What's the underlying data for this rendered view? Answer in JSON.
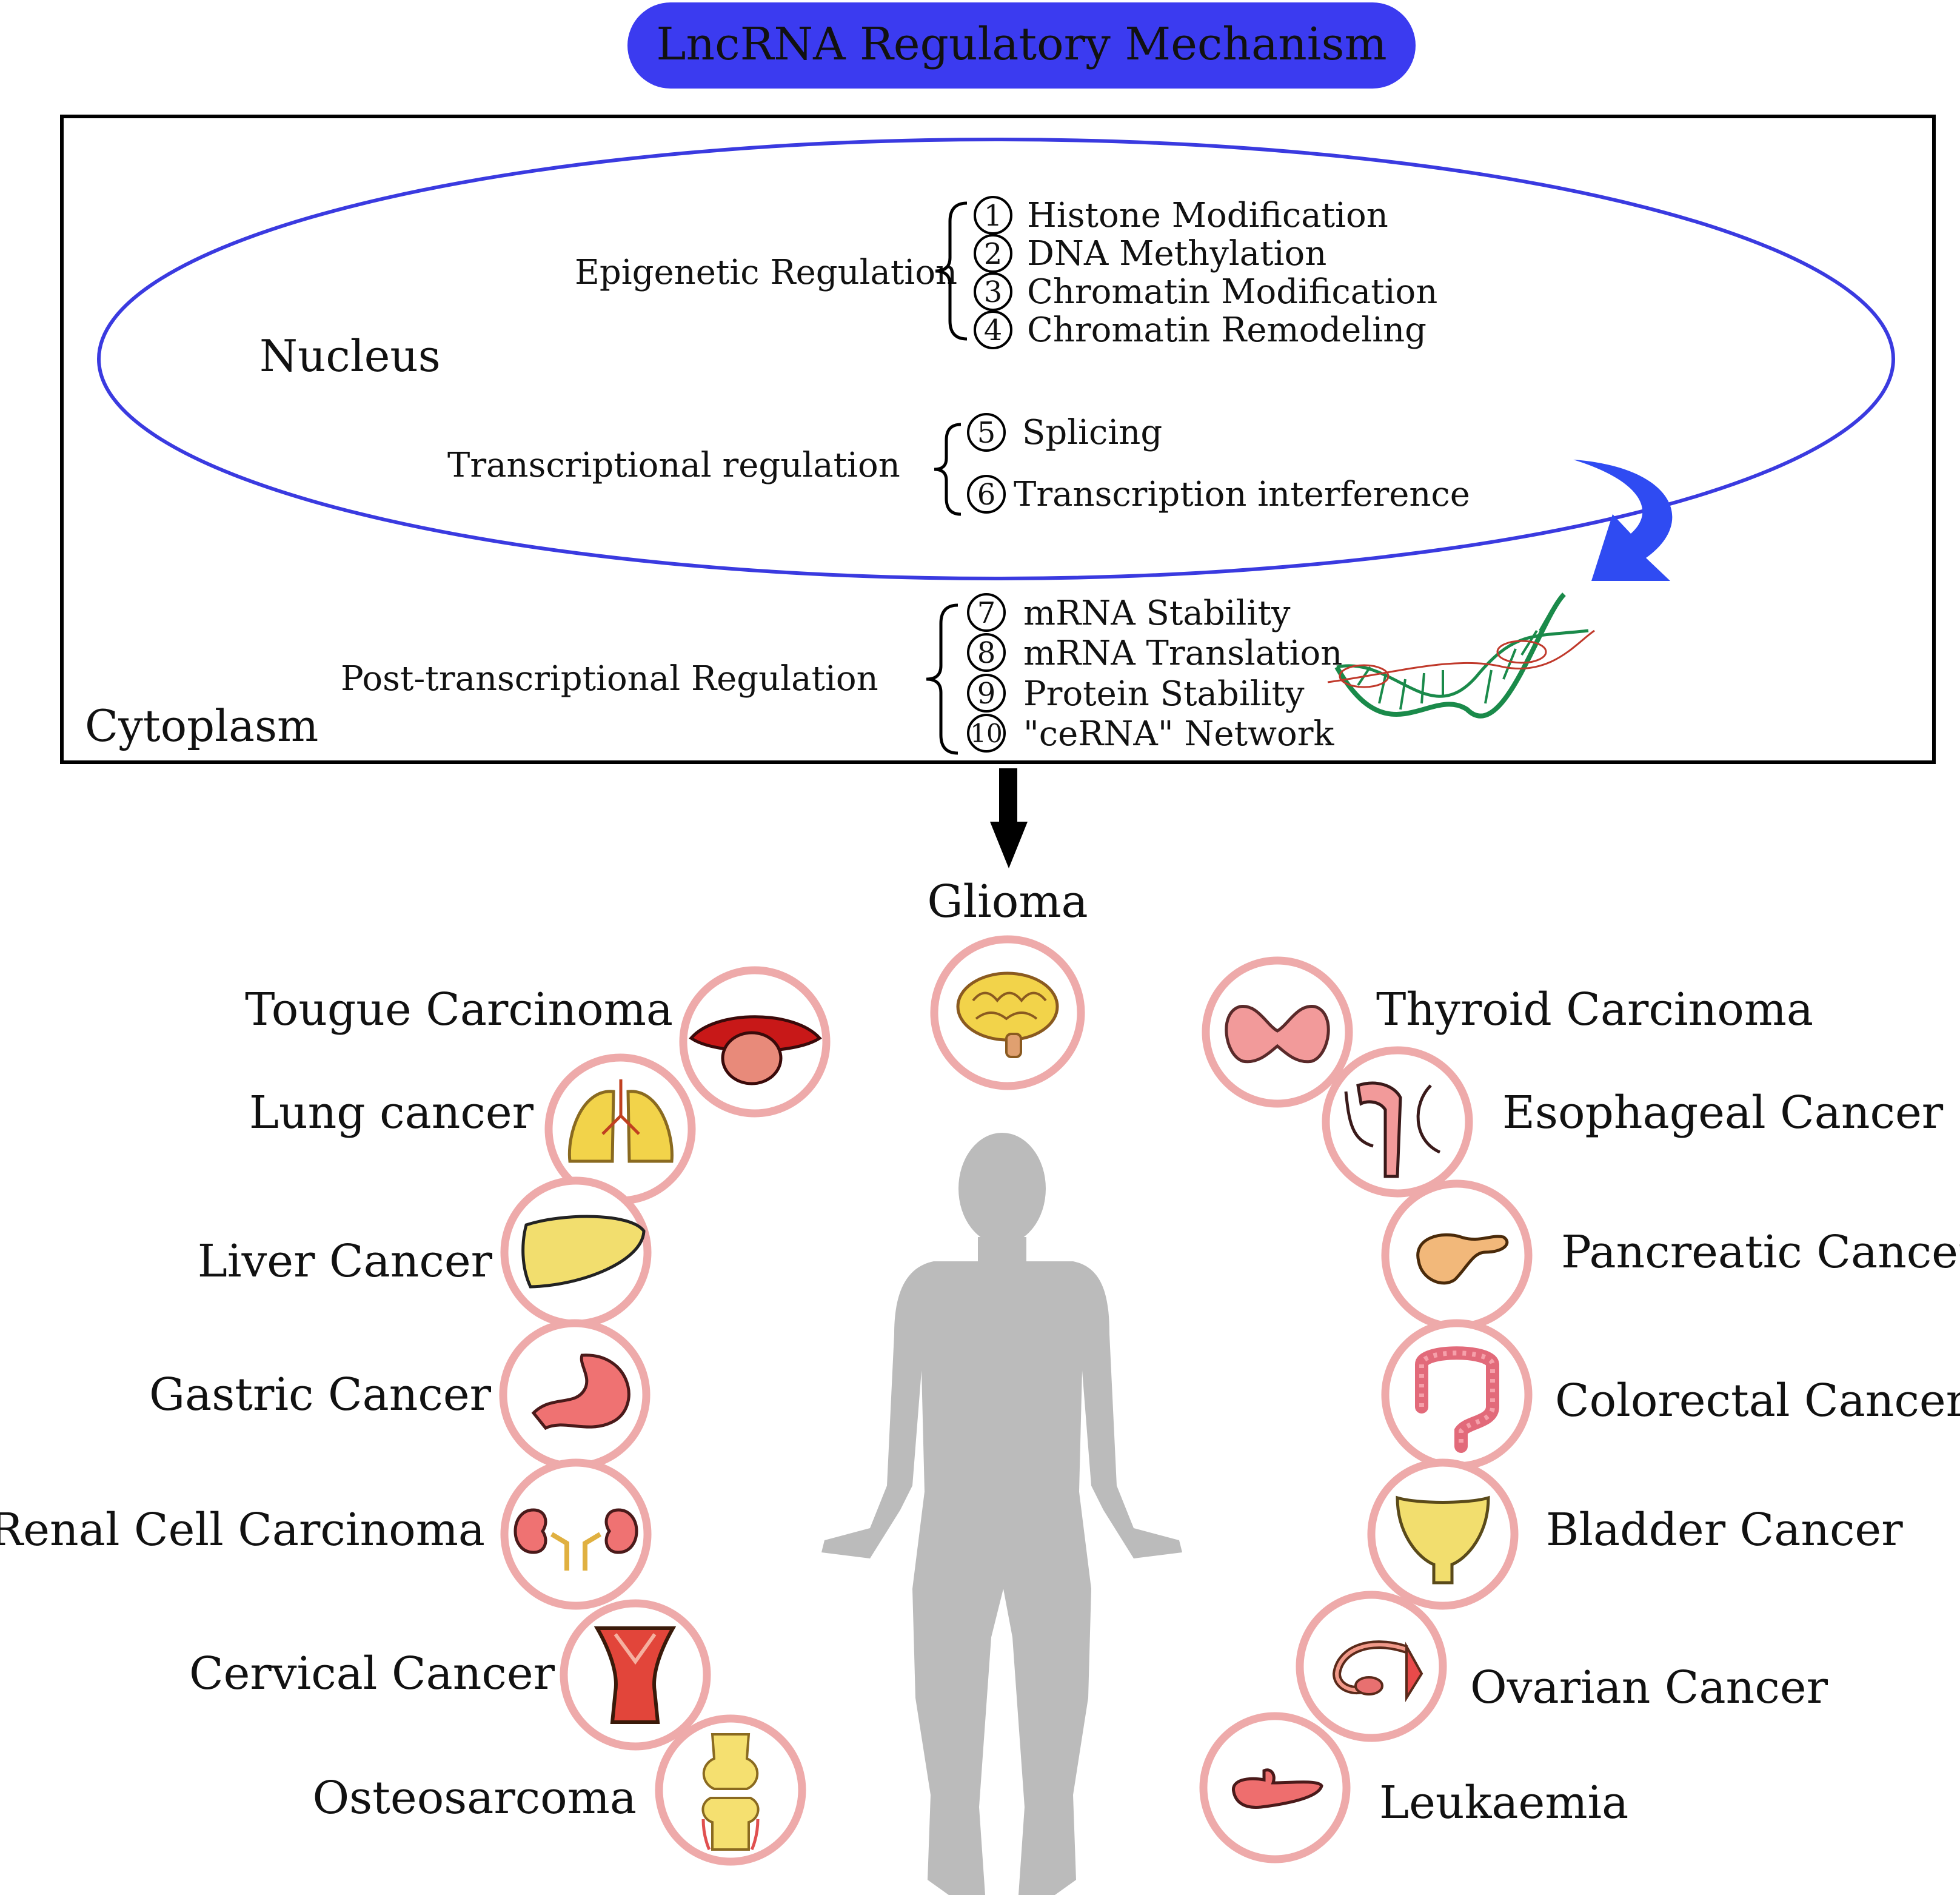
{
  "title": "LncRNA Regulatory Mechanism",
  "colors": {
    "title_bg": "#3b3bf0",
    "nucleus_stroke": "#3a3ae0",
    "arrow_blue": "#2f4bf2",
    "organ_ring": "#eeaaaa",
    "silhouette": "#bbbbbb"
  },
  "regions": {
    "nucleus": "Nucleus",
    "cytoplasm": "Cytoplasm"
  },
  "regulation_groups": [
    {
      "label": "Epigenetic Regulation",
      "items": [
        {
          "num": "1",
          "text": "Histone Modification"
        },
        {
          "num": "2",
          "text": "DNA Methylation"
        },
        {
          "num": "3",
          "text": "Chromatin Modification"
        },
        {
          "num": "4",
          "text": "Chromatin Remodeling"
        }
      ]
    },
    {
      "label": "Transcriptional regulation",
      "items": [
        {
          "num": "5",
          "text": "Splicing"
        },
        {
          "num": "6",
          "text": "Transcription interference"
        }
      ]
    },
    {
      "label": "Post-transcriptional Regulation",
      "items": [
        {
          "num": "7",
          "text": "mRNA Stability"
        },
        {
          "num": "8",
          "text": "mRNA Translation"
        },
        {
          "num": "9",
          "text": "Protein Stability"
        },
        {
          "num": "10",
          "text": "\"ceRNA\" Network"
        }
      ]
    }
  ],
  "cancers": {
    "top": {
      "name": "Glioma",
      "icon": "brain-icon"
    },
    "left": [
      {
        "name": "Tougue Carcinoma",
        "icon": "mouth-tongue-icon"
      },
      {
        "name": "Lung cancer",
        "icon": "lungs-icon"
      },
      {
        "name": "Liver Cancer",
        "icon": "liver-icon"
      },
      {
        "name": "Gastric Cancer",
        "icon": "stomach-icon"
      },
      {
        "name": "Renal Cell Carcinoma",
        "icon": "kidneys-icon"
      },
      {
        "name": "Cervical Cancer",
        "icon": "cervix-icon"
      },
      {
        "name": "Osteosarcoma",
        "icon": "bone-joint-icon"
      }
    ],
    "right": [
      {
        "name": "Thyroid Carcinoma",
        "icon": "thyroid-icon"
      },
      {
        "name": "Esophageal Cancer",
        "icon": "esophagus-icon"
      },
      {
        "name": "Pancreatic Cancer",
        "icon": "pancreas-icon"
      },
      {
        "name": "Colorectal Cancer",
        "icon": "colon-icon"
      },
      {
        "name": "Bladder Cancer",
        "icon": "bladder-icon"
      },
      {
        "name": "Ovarian Cancer",
        "icon": "ovary-icon"
      },
      {
        "name": "Leukaemia",
        "icon": "spleen-icon"
      }
    ]
  }
}
